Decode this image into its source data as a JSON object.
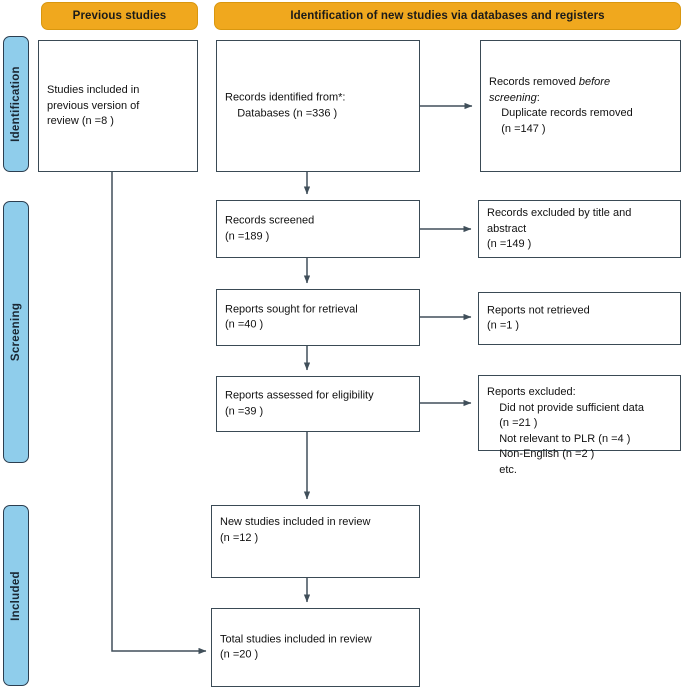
{
  "diagram": {
    "title": "PRISMA 2020 flow diagram for updated systematic reviews",
    "type": "flowchart"
  },
  "banners": [
    {
      "id": "previous-studies",
      "label": "Previous studies"
    },
    {
      "id": "new-studies",
      "label": "Identification of new studies via databases and registers"
    }
  ],
  "stages": [
    {
      "id": "identification",
      "label": "Identification"
    },
    {
      "id": "screening",
      "label": "Screening"
    },
    {
      "id": "included",
      "label": "Included"
    }
  ],
  "boxes": {
    "previous_included": {
      "line1": "Studies included in",
      "line2": "previous version of",
      "line3": "review (n =8 )",
      "text": "Studies included in\nprevious version of\nreview (n =8 )"
    },
    "records_identified": {
      "line1": "Records identified from*:",
      "line2": "    Databases (n =336 )",
      "text": "Records identified from*:\n    Databases (n =336 )"
    },
    "records_removed": {
      "lead": "Records removed ",
      "italic1": "before",
      "italic2": "screening",
      "after_italic": ":",
      "line3": "    Duplicate records removed",
      "line4": "    (n =147 )"
    },
    "records_screened": {
      "text": "Records screened\n(n =189 )"
    },
    "records_excluded": {
      "text": "Records excluded by title and\nabstract\n(n =149 )"
    },
    "reports_sought": {
      "text": "Reports sought for retrieval\n(n =40 )"
    },
    "reports_not_retrieved": {
      "text": "Reports not retrieved\n(n =1 )"
    },
    "reports_assessed": {
      "text": "Reports assessed for eligibility\n(n =39 )"
    },
    "reports_excluded": {
      "text": "Reports excluded:\n    Did not provide sufficient data\n    (n =21 )\n    Not relevant to PLR (n =4 )\n    Non-English (n =2 )\n    etc."
    },
    "new_included": {
      "text": "New studies included in review\n(n =12 )"
    },
    "total_included": {
      "text": "Total studies included in review\n(n =20 )"
    }
  },
  "counts": {
    "previous_version_review": 8,
    "databases": 336,
    "duplicates_removed": 147,
    "records_screened": 189,
    "records_excluded_title_abstract": 149,
    "reports_sought": 40,
    "reports_not_retrieved": 1,
    "reports_assessed": 39,
    "excluded_insufficient_data": 21,
    "excluded_not_relevant_plr": 4,
    "excluded_non_english": 2,
    "new_studies_included": 12,
    "total_studies_included": 20
  },
  "colors": {
    "banner_fill": "#f0a81e",
    "stage_fill": "#8fcdeb",
    "box_border": "#3a4a55",
    "arrow": "#404f5a",
    "text": "#111111",
    "background": "#ffffff"
  }
}
